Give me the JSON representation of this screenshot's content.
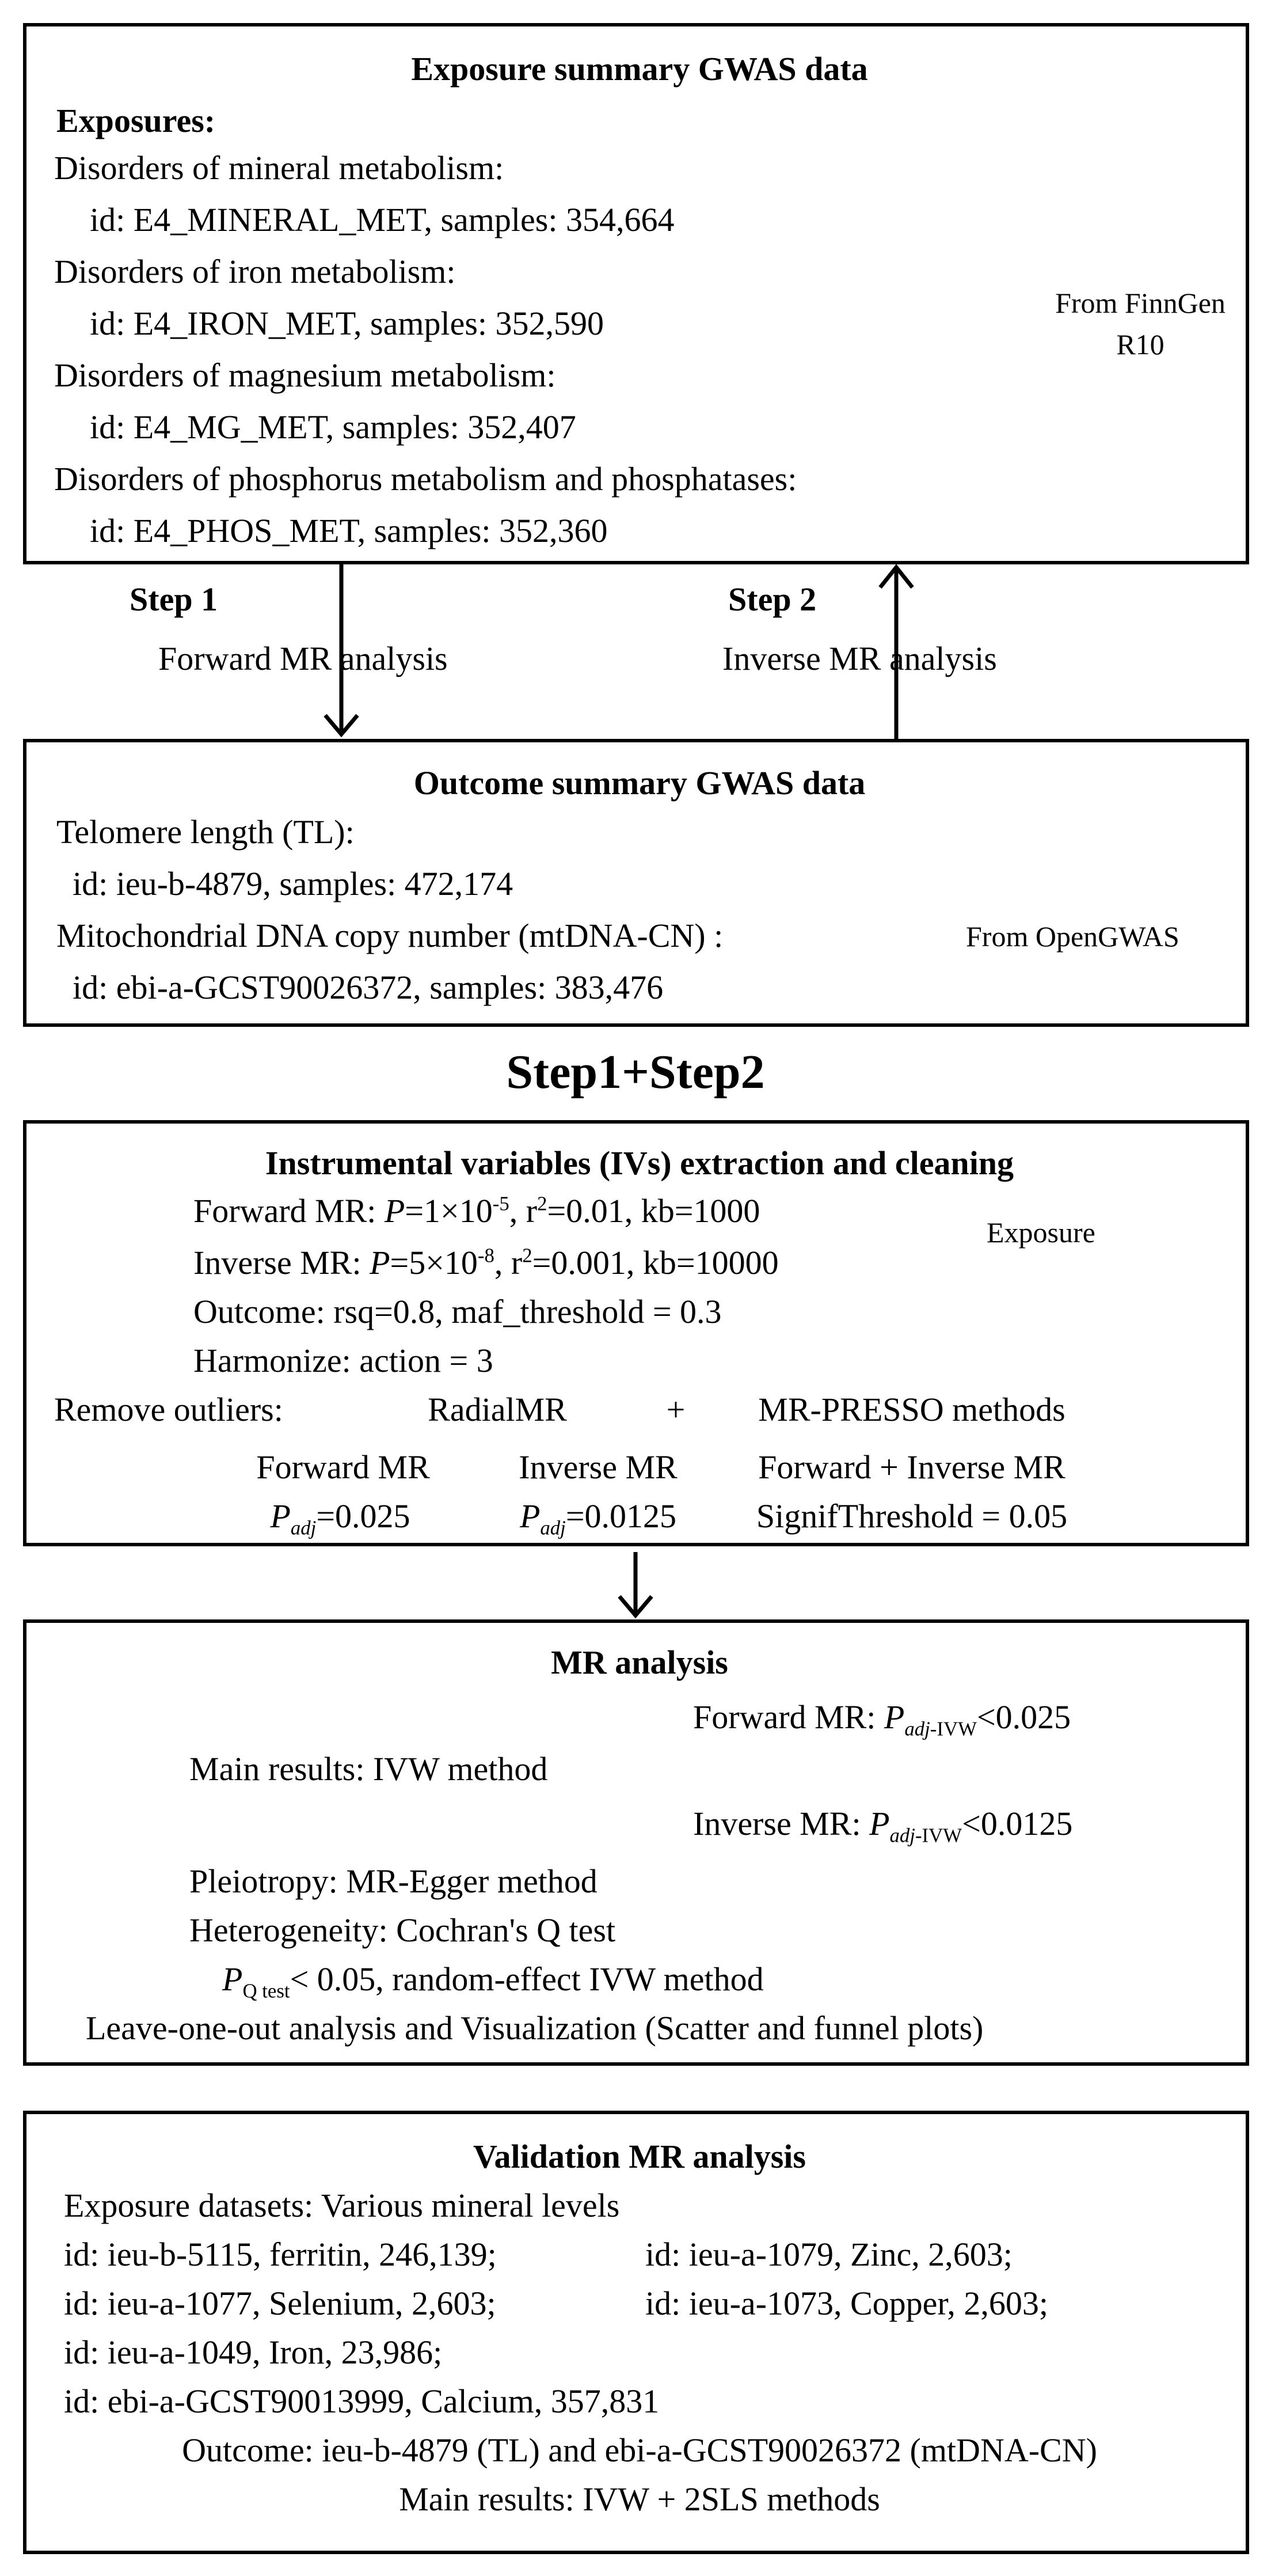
{
  "exposure_box": {
    "title": "Exposure summary GWAS data",
    "heading": "Exposures:",
    "items": [
      {
        "name": "Disorders of mineral metabolism:",
        "detail": "id: E4_MINERAL_MET, samples: 354,664"
      },
      {
        "name": "Disorders of iron metabolism:",
        "detail": "id: E4_IRON_MET, samples: 352,590"
      },
      {
        "name": "Disorders of magnesium metabolism:",
        "detail": "id: E4_MG_MET, samples: 352,407"
      },
      {
        "name": "Disorders of phosphorus metabolism and phosphatases:",
        "detail": "id: E4_PHOS_MET, samples: 352,360"
      }
    ],
    "source_line1": "From FinnGen",
    "source_line2": "R10"
  },
  "steps": {
    "step1_label": "Step 1",
    "step1_desc": "Forward MR analysis",
    "step2_label": "Step 2",
    "step2_desc": "Inverse MR analysis"
  },
  "outcome_box": {
    "title": "Outcome summary GWAS data",
    "items": [
      {
        "name": "Telomere length (TL):",
        "detail": "id: ieu-b-4879, samples: 472,174"
      },
      {
        "name": "Mitochondrial DNA copy number (mtDNA-CN) :",
        "detail": "id: ebi-a-GCST90026372, samples: 383,476"
      }
    ],
    "source": "From OpenGWAS"
  },
  "combined_title": "Step1+Step2",
  "iv_box": {
    "title": "Instrumental variables (IVs)  extraction and cleaning",
    "forward_prefix": "Forward MR: ",
    "forward_p": "P",
    "forward_p_val": "=1×10",
    "forward_p_exp": "-5",
    "forward_rest": ", r",
    "forward_r_exp": "2",
    "forward_tail": "=0.01, kb=1000",
    "inverse_prefix": "Inverse MR: ",
    "inverse_p": "P",
    "inverse_p_val": "=5×10",
    "inverse_p_exp": "-8",
    "inverse_rest": ", r",
    "inverse_r_exp": "2",
    "inverse_tail": "=0.001, kb=10000",
    "exposure_label": "Exposure",
    "outcome_line": "Outcome: rsq=0.8, maf_threshold = 0.3",
    "harmonize_line": "Harmonize: action = 3",
    "remove_label": "Remove outliers:",
    "radial": "RadialMR",
    "plus": "+",
    "presso": "MR-PRESSO methods",
    "radial_fwd": "Forward MR",
    "radial_inv": "Inverse MR",
    "p_letter": "P",
    "p_sub": "adj",
    "radial_fwd_val": "=0.025",
    "radial_inv_val": "=0.0125",
    "presso_label": "Forward + Inverse MR",
    "presso_val": "SignifThreshold = 0.05"
  },
  "mr_box": {
    "title": "MR analysis",
    "main_label": "Main results: IVW method",
    "fwd_prefix": "Forward MR: ",
    "p_letter": "P",
    "ivw_sub": "adj-IVW",
    "fwd_val": "<0.025",
    "inv_prefix": "Inverse MR: ",
    "inv_val": "<0.0125",
    "pleiotropy": "Pleiotropy: MR-Egger method",
    "heterogeneity": "Heterogeneity: Cochran's Q test",
    "pq_letter": "P",
    "pq_sub": "Q test",
    "pq_rest": "< 0.05, random-effect IVW method",
    "leave_one_out": "Leave-one-out analysis  and Visualization (Scatter and funnel plots)"
  },
  "validation_box": {
    "title": "Validation MR analysis",
    "exposure_line": "Exposure datasets: Various mineral levels",
    "row1_left": "id: ieu-b-5115, ferritin, 246,139;",
    "row1_right": "id: ieu-a-1079, Zinc, 2,603;",
    "row2_left": "id: ieu-a-1077, Selenium, 2,603;",
    "row2_right": "id: ieu-a-1073, Copper, 2,603;",
    "row3": "id: ieu-a-1049, Iron, 23,986;",
    "row4": "id: ebi-a-GCST90013999, Calcium, 357,831",
    "outcome_line": "Outcome: ieu-b-4879 (TL) and ebi-a-GCST90026372 (mtDNA-CN)",
    "main_line": "Main results: IVW + 2SLS methods"
  }
}
